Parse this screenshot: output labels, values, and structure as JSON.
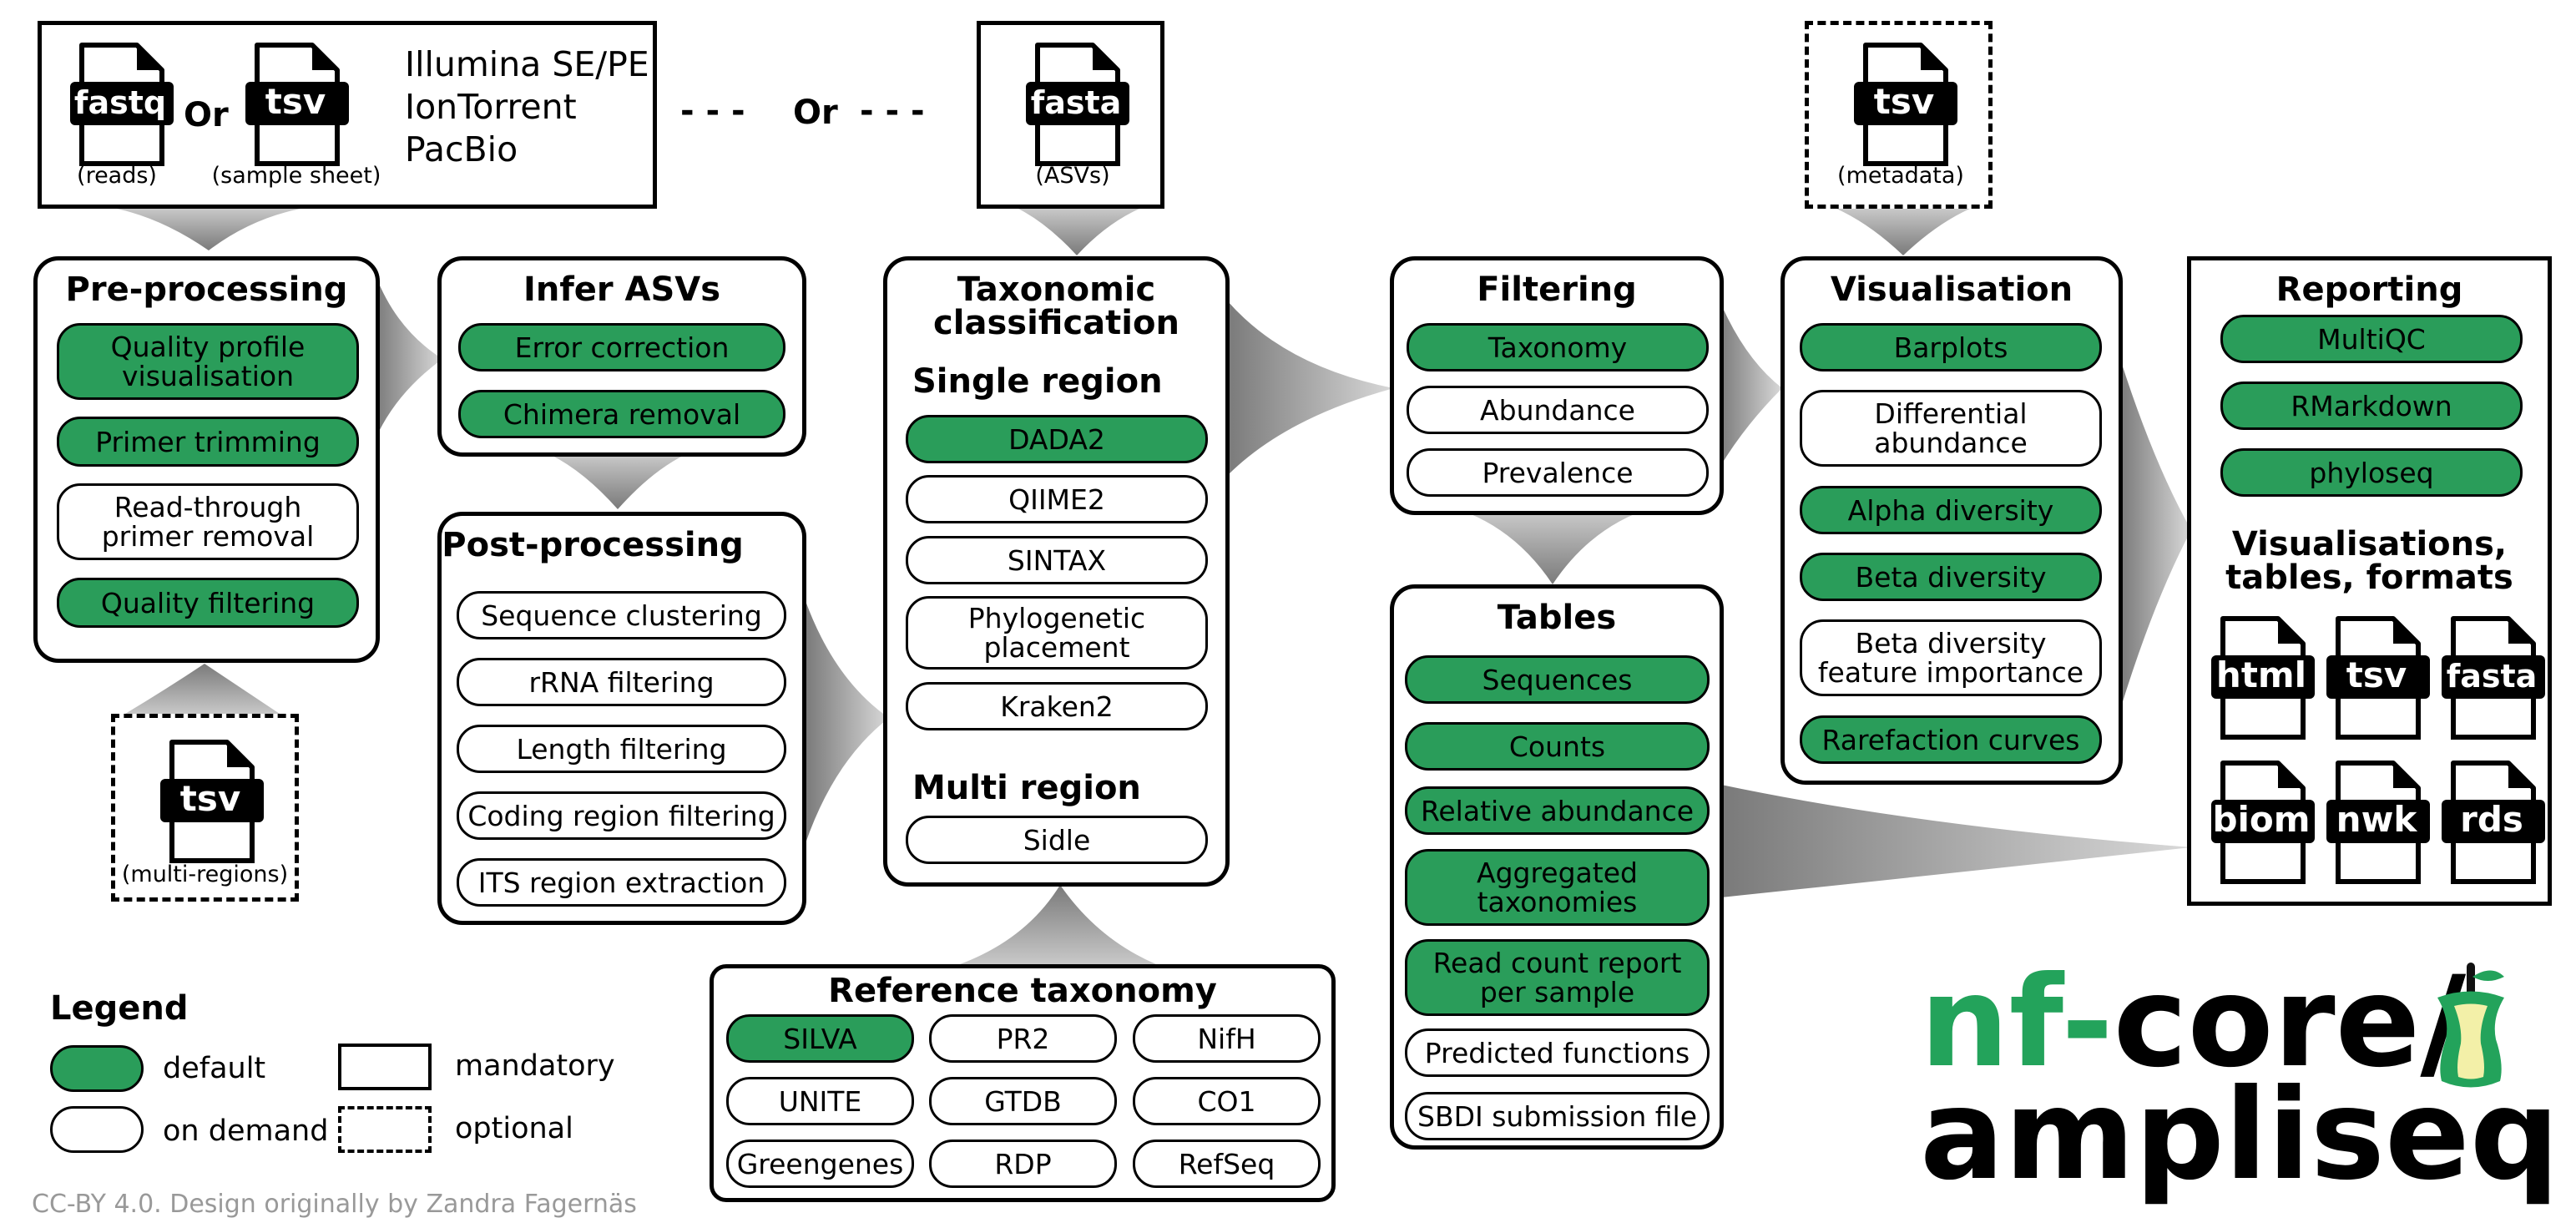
{
  "colors": {
    "default": "#2a9d5a",
    "on_demand": "#ffffff",
    "border": "#000000",
    "logo_green": "#23a35b",
    "credit_gray": "#999999"
  },
  "inputs": {
    "reads": {
      "ext": "fastq",
      "caption": "(reads)"
    },
    "or_1": "Or",
    "sample_sheet": {
      "ext": "tsv",
      "caption": "(sample sheet)"
    },
    "platforms": "Illumina SE/PE\nIonTorrent\nPacBio",
    "or_2": "Or",
    "asvs": {
      "ext": "fasta",
      "caption": "(ASVs)"
    },
    "metadata": {
      "ext": "tsv",
      "caption": "(metadata)"
    },
    "multi_regions": {
      "ext": "tsv",
      "caption": "(multi-regions)"
    }
  },
  "preprocessing": {
    "title": "Pre-processing",
    "items": [
      {
        "label": "Quality profile\nvisualisation",
        "default": true
      },
      {
        "label": "Primer trimming",
        "default": true
      },
      {
        "label": "Read-through\nprimer removal",
        "default": false
      },
      {
        "label": "Quality filtering",
        "default": true
      }
    ]
  },
  "infer": {
    "title": "Infer ASVs",
    "items": [
      {
        "label": "Error correction",
        "default": true
      },
      {
        "label": "Chimera removal",
        "default": true
      }
    ]
  },
  "postprocessing": {
    "title": "Post-processing",
    "items": [
      {
        "label": "Sequence clustering",
        "default": false
      },
      {
        "label": "rRNA filtering",
        "default": false
      },
      {
        "label": "Length filtering",
        "default": false
      },
      {
        "label": "Coding region filtering",
        "default": false
      },
      {
        "label": "ITS region extraction",
        "default": false
      }
    ]
  },
  "taxonomy": {
    "title": "Taxonomic\nclassification",
    "single_title": "Single region",
    "multi_title": "Multi region",
    "single_items": [
      {
        "label": "DADA2",
        "default": true
      },
      {
        "label": "QIIME2",
        "default": false
      },
      {
        "label": "SINTAX",
        "default": false
      },
      {
        "label": "Phylogenetic\nplacement",
        "default": false
      },
      {
        "label": "Kraken2",
        "default": false
      }
    ],
    "multi_items": [
      {
        "label": "Sidle",
        "default": false
      }
    ]
  },
  "reference": {
    "title": "Reference taxonomy",
    "items": [
      {
        "label": "SILVA",
        "default": true
      },
      {
        "label": "PR2",
        "default": false
      },
      {
        "label": "NifH",
        "default": false
      },
      {
        "label": "UNITE",
        "default": false
      },
      {
        "label": "GTDB",
        "default": false
      },
      {
        "label": "CO1",
        "default": false
      },
      {
        "label": "Greengenes",
        "default": false
      },
      {
        "label": "RDP",
        "default": false
      },
      {
        "label": "RefSeq",
        "default": false
      }
    ]
  },
  "filtering": {
    "title": "Filtering",
    "items": [
      {
        "label": "Taxonomy",
        "default": true
      },
      {
        "label": "Abundance",
        "default": false
      },
      {
        "label": "Prevalence",
        "default": false
      }
    ]
  },
  "tables": {
    "title": "Tables",
    "items": [
      {
        "label": "Sequences",
        "default": true
      },
      {
        "label": "Counts",
        "default": true
      },
      {
        "label": "Relative abundance",
        "default": true
      },
      {
        "label": "Aggregated\ntaxonomies",
        "default": true
      },
      {
        "label": "Read count report\nper sample",
        "default": true
      },
      {
        "label": "Predicted functions",
        "default": false
      },
      {
        "label": "SBDI submission file",
        "default": false
      }
    ]
  },
  "visualisation": {
    "title": "Visualisation",
    "items": [
      {
        "label": "Barplots",
        "default": true
      },
      {
        "label": "Differential\nabundance",
        "default": false
      },
      {
        "label": "Alpha diversity",
        "default": true
      },
      {
        "label": "Beta diversity",
        "default": true
      },
      {
        "label": "Beta diversity\nfeature importance",
        "default": false
      },
      {
        "label": "Rarefaction curves",
        "default": true
      }
    ]
  },
  "reporting": {
    "title": "Reporting",
    "items": [
      {
        "label": "MultiQC",
        "default": true
      },
      {
        "label": "RMarkdown",
        "default": true
      },
      {
        "label": "phyloseq",
        "default": true
      }
    ],
    "formats_title": "Visualisations,\ntables, formats",
    "formats": [
      "html",
      "tsv",
      "fasta",
      "biom",
      "nwk",
      "rds"
    ]
  },
  "legend": {
    "title": "Legend",
    "default_label": "default",
    "on_demand_label": "on demand",
    "mandatory_label": "mandatory",
    "optional_label": "optional"
  },
  "logo": {
    "nf": "nf-",
    "core": "core/",
    "ampliseq": "ampliseq"
  },
  "credit": "CC-BY 4.0. Design originally by Zandra Fagernäs"
}
